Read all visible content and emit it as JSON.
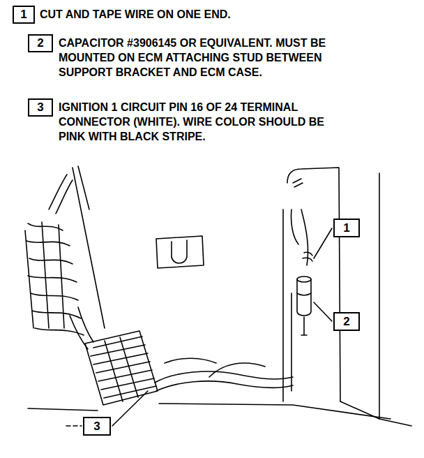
{
  "diagram": {
    "nodes": [
      {
        "text": [
          "1"
        ]
      },
      {
        "text": [
          "2"
        ]
      },
      {
        "text": [
          "3"
        ]
      },
      {
        "text": [
          "1"
        ]
      },
      {
        "text": [
          "2"
        ]
      },
      {
        "text": [
          "3"
        ]
      }
    ],
    "labels": [
      "CUT AND TAPE WIRE ON ONE END.",
      "CAPACITOR #3906145 OR EQUIVALENT. MUST BE MOUNTED ON ECM ATTACHING STUD BETWEEN SUPPORT BRACKET AND ECM CASE.",
      "IGNITION 1 CIRCUIT PIN 16 OF 24 TERMINAL CONNECTOR (WHITE). WIRE COLOR SHOULD BE PINK WITH BLACK STRIPE."
    ]
  }
}
